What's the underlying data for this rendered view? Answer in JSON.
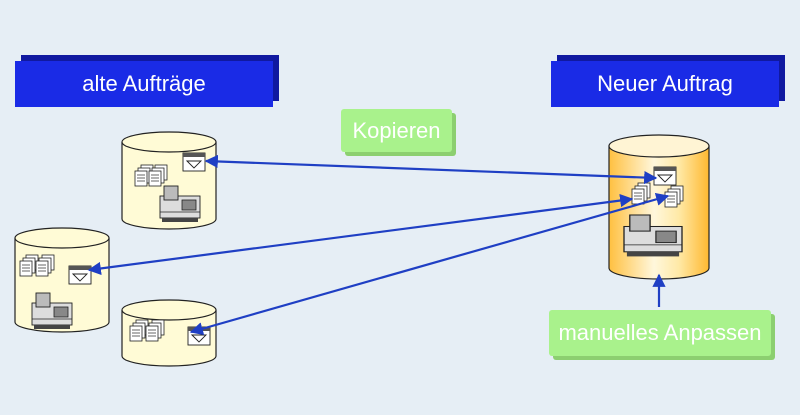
{
  "headers": {
    "left": "alte Aufträge",
    "right": "Neuer Auftrag"
  },
  "labels": {
    "copy": "Kopieren",
    "adjust": "manuelles Anpassen"
  },
  "colors": {
    "background": "#e6eef5",
    "header_fill": "#1a2be6",
    "label_fill": "#a9f28c",
    "arrow": "#1f3fc4",
    "old_cylinder": "#fffbd6",
    "new_cylinder": "#ffc84a"
  },
  "icons": [
    "document-stack-icon",
    "program-window-icon",
    "machine-tool-icon"
  ]
}
